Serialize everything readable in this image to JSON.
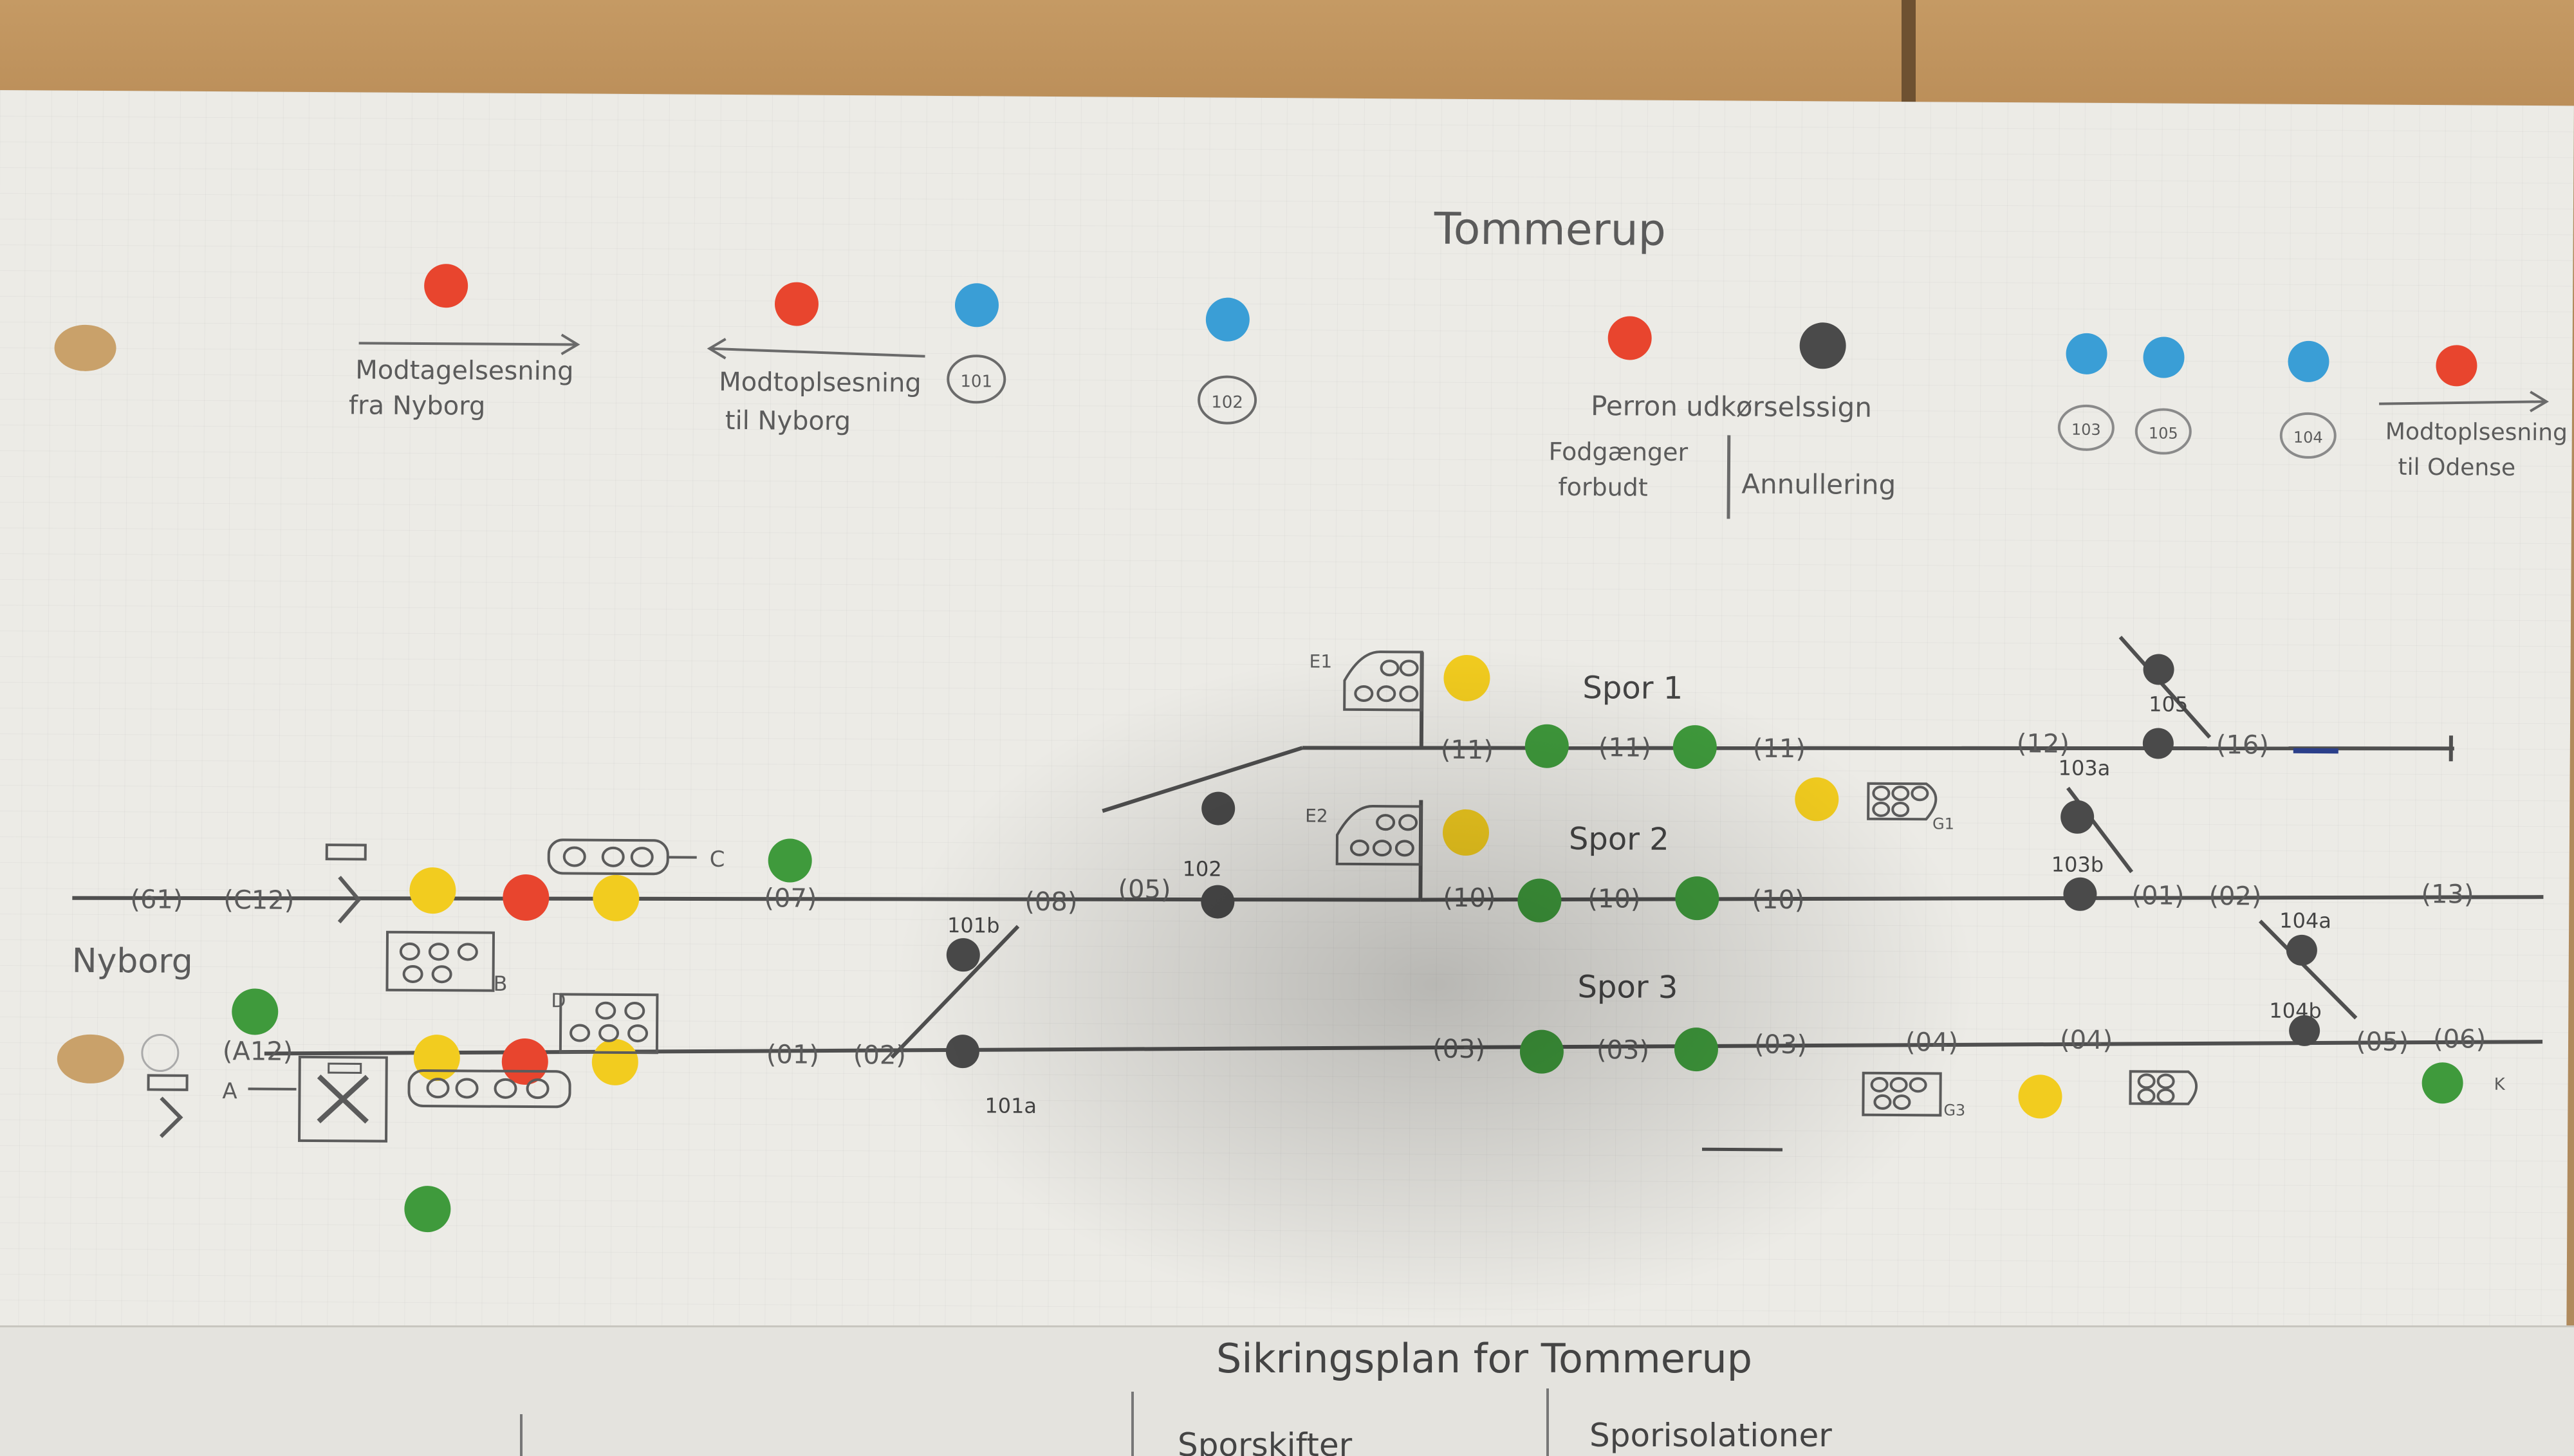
{
  "title": "Tommerup",
  "footer": {
    "title": "Sikringsplan for Tommerup",
    "col1": "Sporskifter",
    "col2": "Sporisolationer"
  },
  "station_left": "Nyborg",
  "legend": {
    "arrival_from_nyborg": [
      "Modtagelsesning",
      "fra Nyborg"
    ],
    "departure_to_nyborg": [
      "Modtoplsesning",
      "til Nyborg"
    ],
    "departure_to_odense": [
      "Modtoplsesning",
      "til Odense"
    ],
    "perron_udkaldelsesignal": "Perron udkørselssign",
    "fodgaenger_forbudt": [
      "Fodgænger",
      "forbudt"
    ],
    "annullering": "Annullering",
    "tag_101": "101",
    "tag_102": "102",
    "tag_103": "103",
    "tag_105": "105",
    "tag_104": "104"
  },
  "tracks": {
    "spor1": "Spor 1",
    "spor2": "Spor 2",
    "spor3": "Spor 3"
  },
  "sections": {
    "s_61": "(61)",
    "s_c12": "(C12)",
    "s_a12": "(A12)",
    "s_07": "(07)",
    "s_01": "(01)",
    "s_02": "(02)",
    "s_08": "(08)",
    "s_05": "(05)",
    "s_11a": "(11)",
    "s_11b": "(11)",
    "s_11c": "(11)",
    "s_10a": "(10)",
    "s_10b": "(10)",
    "s_10c": "(10)",
    "s_03a": "(03)",
    "s_03b": "(03)",
    "s_03c": "(03)",
    "s_04a": "(04)",
    "s_04b": "(04)",
    "s_12": "(12)",
    "s_16": "(16)",
    "s_01r": "(01)",
    "s_02r": "(02)",
    "s_13": "(13)",
    "s_05r": "(05)",
    "s_06r": "(06)"
  },
  "switch_labels": {
    "sw_101a": "101a",
    "sw_101b": "101b",
    "sw_102": "102",
    "sw_103a": "103a",
    "sw_103b": "103b",
    "sw_104a": "104a",
    "sw_104b": "104b",
    "sw_105": "105"
  },
  "signal_labels": {
    "A": "A",
    "B": "B",
    "C": "C",
    "D": "D",
    "E1": "E1",
    "E2": "E2",
    "G1": "G1",
    "G3": "G3",
    "K": "K"
  },
  "colors": {
    "red": "#e8452e",
    "yellow": "#f2cc1f",
    "green": "#3f9a3c",
    "blue": "#3a9ed6",
    "dark": "#4a4a4a",
    "line": "#4f4f4f",
    "pencil": "#6a6a6a"
  }
}
